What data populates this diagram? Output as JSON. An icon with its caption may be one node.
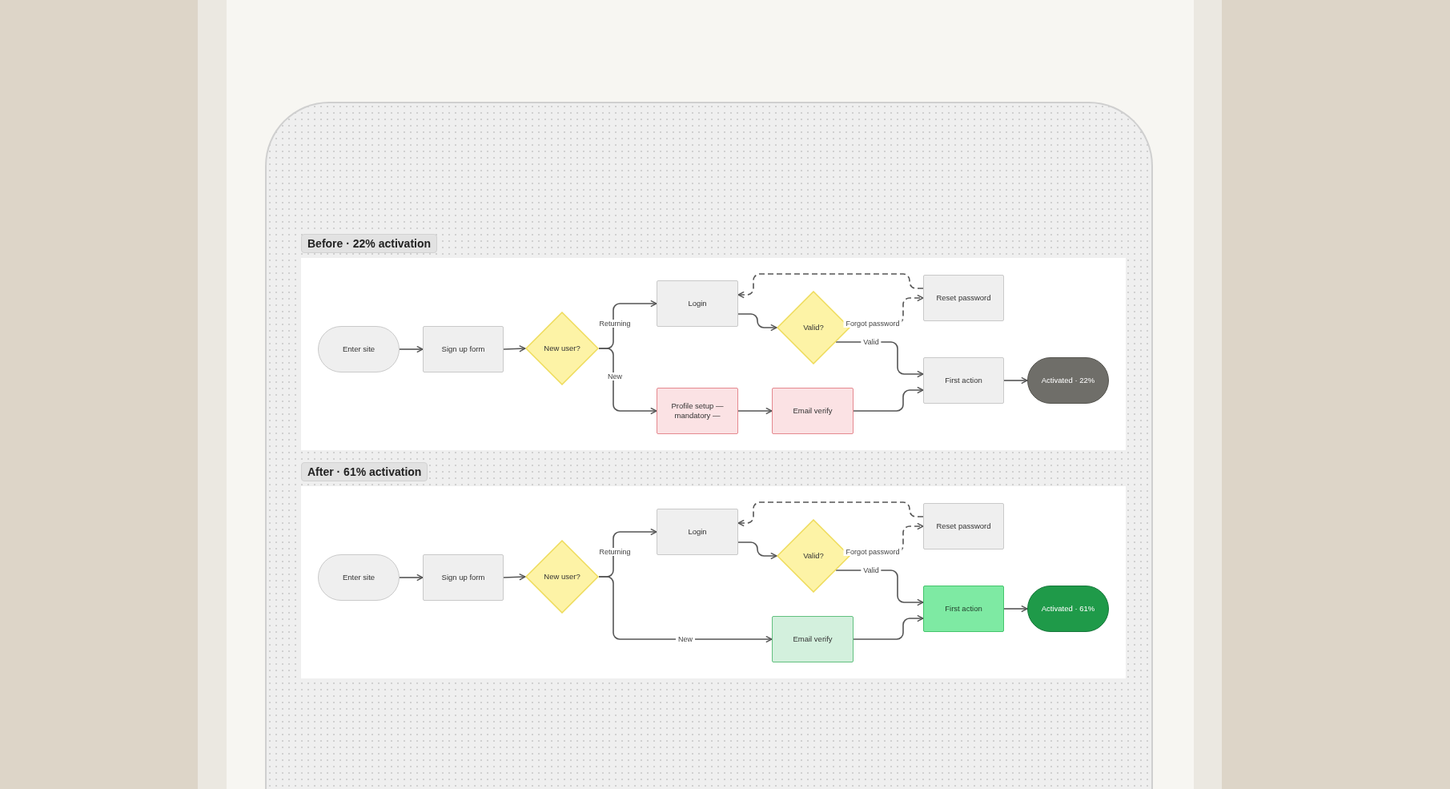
{
  "diagram": {
    "nodes": [
      {
        "text": [
          "Before · 22% activation"
        ]
      },
      {
        "text": [
          "Enter site"
        ],
        "in": 0
      },
      {
        "text": [
          "Sign up form"
        ],
        "in": 0
      },
      {
        "text": [
          "New user?"
        ],
        "in": 0
      },
      {
        "text": [
          "Login"
        ],
        "in": 0
      },
      {
        "text": [
          "Profile setup — mandatory —"
        ],
        "in": 0
      },
      {
        "text": [
          "Valid?"
        ],
        "in": 0
      },
      {
        "text": [
          "Reset password"
        ],
        "in": 0
      },
      {
        "text": [
          "Email verify"
        ],
        "in": 0
      },
      {
        "text": [
          "First action"
        ],
        "in": 0
      },
      {
        "text": [
          "Activated · 22%"
        ],
        "in": 0
      },
      {
        "text": [
          "After · 61% activation"
        ]
      },
      {
        "text": [
          "Enter site"
        ],
        "in": 11
      },
      {
        "text": [
          "Sign up form"
        ],
        "in": 11
      },
      {
        "text": [
          "New user?"
        ],
        "in": 11
      },
      {
        "text": [
          "Login"
        ],
        "in": 11
      },
      {
        "text": [
          "Valid?"
        ],
        "in": 11
      },
      {
        "text": [
          "Reset password"
        ],
        "in": 11
      },
      {
        "text": [
          "Email verify"
        ],
        "in": 11
      },
      {
        "text": [
          "First action"
        ],
        "in": 11
      },
      {
        "text": [
          "Activated · 61%"
        ],
        "in": 11
      }
    ],
    "edges": [
      {
        "from": 1,
        "to": 2,
        "arrow": "to"
      },
      {
        "from": 2,
        "to": 3,
        "arrow": "to"
      },
      {
        "from": 3,
        "to": 4,
        "arrow": "to",
        "label": "Returning"
      },
      {
        "from": 3,
        "to": 5,
        "arrow": "to",
        "label": "New"
      },
      {
        "from": 4,
        "to": 6,
        "arrow": "to"
      },
      {
        "from": 6,
        "to": 7,
        "arrow": "to",
        "label": "Forgot password",
        "style": "dashed"
      },
      {
        "from": 7,
        "to": 4,
        "arrow": "to",
        "style": "dashed"
      },
      {
        "from": 6,
        "to": 9,
        "arrow": "to",
        "label": "Valid"
      },
      {
        "from": 5,
        "to": 8,
        "arrow": "to"
      },
      {
        "from": 8,
        "to": 9,
        "arrow": "to"
      },
      {
        "from": 9,
        "to": 10,
        "arrow": "to"
      },
      {
        "from": 12,
        "to": 13,
        "arrow": "to"
      },
      {
        "from": 13,
        "to": 14,
        "arrow": "to"
      },
      {
        "from": 14,
        "to": 15,
        "arrow": "to",
        "label": "Returning"
      },
      {
        "from": 14,
        "to": 18,
        "arrow": "to",
        "label": "New"
      },
      {
        "from": 15,
        "to": 16,
        "arrow": "to"
      },
      {
        "from": 16,
        "to": 17,
        "arrow": "to",
        "label": "Forgot password",
        "style": "dashed"
      },
      {
        "from": 17,
        "to": 15,
        "arrow": "to",
        "style": "dashed"
      },
      {
        "from": 16,
        "to": 19,
        "arrow": "to",
        "label": "Valid"
      },
      {
        "from": 18,
        "to": 19,
        "arrow": "to"
      },
      {
        "from": 19,
        "to": 20,
        "arrow": "to"
      }
    ]
  }
}
